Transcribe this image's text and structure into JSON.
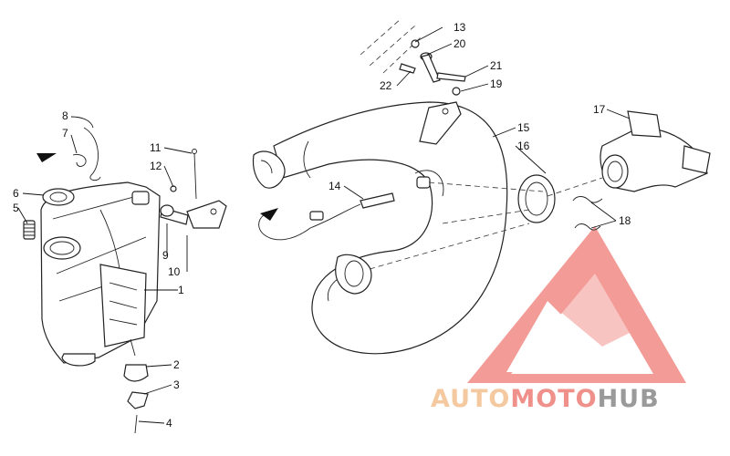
{
  "callouts": [
    {
      "id": "p1",
      "label": "1"
    },
    {
      "id": "p2",
      "label": "2"
    },
    {
      "id": "p3",
      "label": "3"
    },
    {
      "id": "p4",
      "label": "4"
    },
    {
      "id": "p5",
      "label": "5"
    },
    {
      "id": "p6",
      "label": "6"
    },
    {
      "id": "p7",
      "label": "7"
    },
    {
      "id": "p8",
      "label": "8"
    },
    {
      "id": "p9",
      "label": "9"
    },
    {
      "id": "p10",
      "label": "10"
    },
    {
      "id": "p11",
      "label": "11"
    },
    {
      "id": "p12",
      "label": "12"
    },
    {
      "id": "p13",
      "label": "13"
    },
    {
      "id": "p14",
      "label": "14"
    },
    {
      "id": "p15",
      "label": "15"
    },
    {
      "id": "p16",
      "label": "16"
    },
    {
      "id": "p17",
      "label": "17"
    },
    {
      "id": "p18",
      "label": "18"
    },
    {
      "id": "p19",
      "label": "19"
    },
    {
      "id": "p20",
      "label": "20"
    },
    {
      "id": "p21",
      "label": "21"
    },
    {
      "id": "p22",
      "label": "22"
    }
  ],
  "watermark": {
    "part1": "AUTO",
    "part2": "MOTO",
    "part3": "HUB",
    "colors": {
      "auto": "#f5c9a0",
      "moto": "#f0908a",
      "hub": "#9a9a9a",
      "logo": "#f28b86"
    }
  }
}
